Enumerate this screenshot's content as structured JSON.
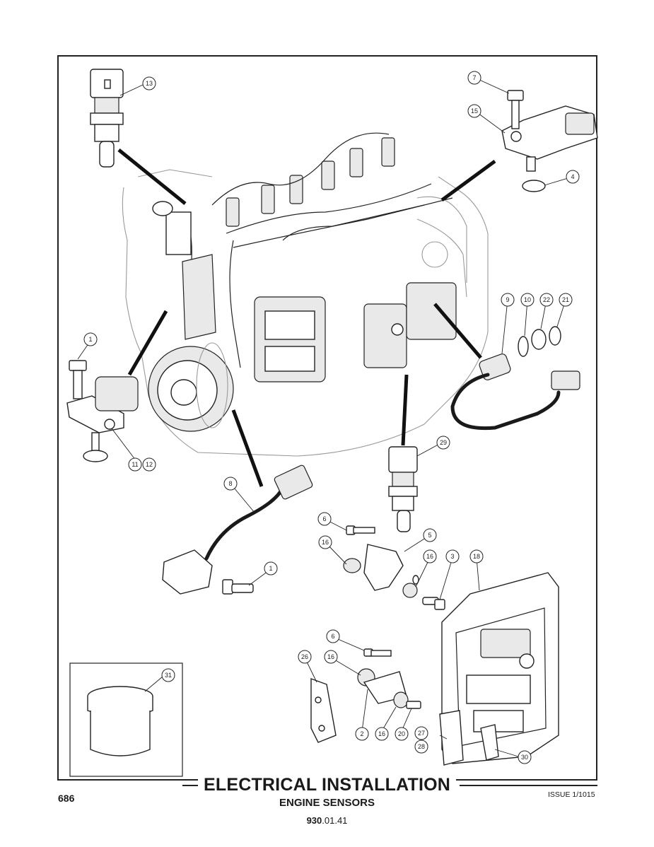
{
  "header": {
    "title": "ELECTRICAL INSTALLATION",
    "subtitle": "ENGINE SENSORS",
    "page_number": "686",
    "issue": "ISSUE 1/1015",
    "code_bold": "930",
    "code_rest": ".01.41"
  },
  "callouts": [
    "13",
    "7",
    "15",
    "4",
    "9",
    "10",
    "22",
    "21",
    "1",
    "11",
    "12",
    "29",
    "8",
    "6",
    "5",
    "16",
    "3",
    "18",
    "1",
    "6",
    "26",
    "16",
    "2",
    "16",
    "20",
    "27",
    "28",
    "30",
    "31"
  ]
}
